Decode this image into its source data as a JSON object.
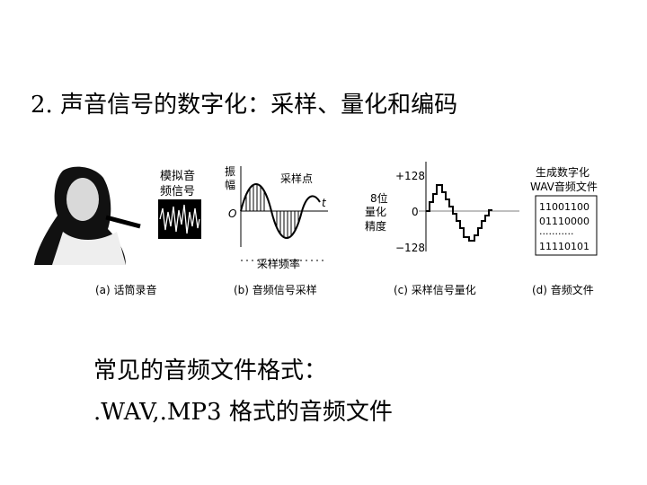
{
  "slide": {
    "title": "2. 声音信号的数字化：采样、量化和编码",
    "body_line1": "常见的音频文件格式：",
    "body_line2": ".WAV,.MP3 格式的音频文件"
  },
  "figure": {
    "panel_a": {
      "label_line1": "模拟音",
      "label_line2": "频信号",
      "caption": "(a) 话筒录音"
    },
    "panel_b": {
      "y_label_1": "振",
      "y_label_2": "幅",
      "origin": "O",
      "t_label": "t",
      "point_label": "采样点",
      "freq_label": "采样频率",
      "caption": "(b) 音频信号采样"
    },
    "panel_c": {
      "top_value": "+128",
      "mid_value": "0",
      "bottom_value": "−128",
      "precision_1": "8位",
      "precision_2": "量化",
      "precision_3": "精度",
      "caption": "(c) 采样信号量化"
    },
    "panel_d": {
      "header_1": "生成数字化",
      "header_2": "WAV音频文件",
      "bits": [
        "11001100",
        "01110000",
        "···········",
        "11110101"
      ],
      "caption": "(d) 音频文件"
    }
  }
}
